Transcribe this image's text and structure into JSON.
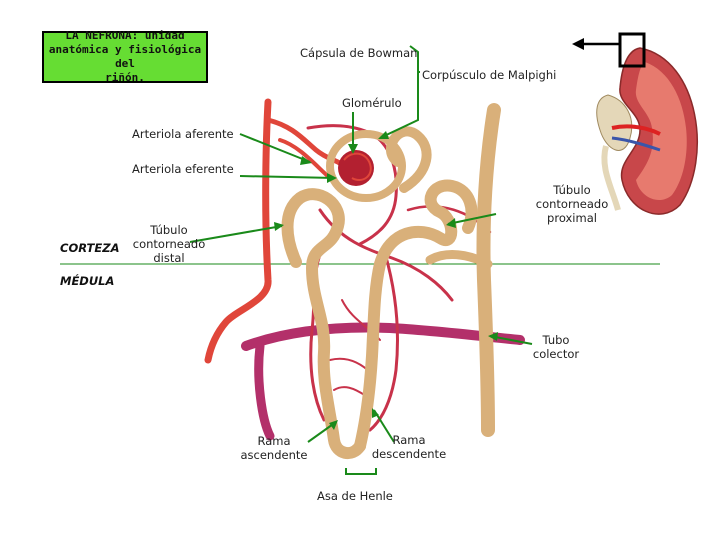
{
  "title": "LA NEFRONA: unidad\nanatómica y fisiológica del\nriñón.",
  "labels": {
    "bowman": "Cápsula de Bowman",
    "malpighi": "Corpúsculo de Malpighi",
    "glomerulo": "Glomérulo",
    "aferente": "Arteriola aferente",
    "eferente": "Arteriola eferente",
    "proximal": "Túbulo\ncontorneado\nproximal",
    "distal": "Túbulo\ncontorneado\ndistal",
    "corteza": "CORTEZA",
    "medula": "MÉDULA",
    "colector": "Tubo\ncolector",
    "ascendente": "Rama\nascendente",
    "descendente": "Rama\ndescendente",
    "henle": "Asa de Henle"
  },
  "colors": {
    "title_bg": "#66dd33",
    "leader_line": "#1a8a1a",
    "tubule": "#d9b07a",
    "artery": "#e0463a",
    "vein": "#b3306a",
    "capillary": "#c8324a"
  }
}
